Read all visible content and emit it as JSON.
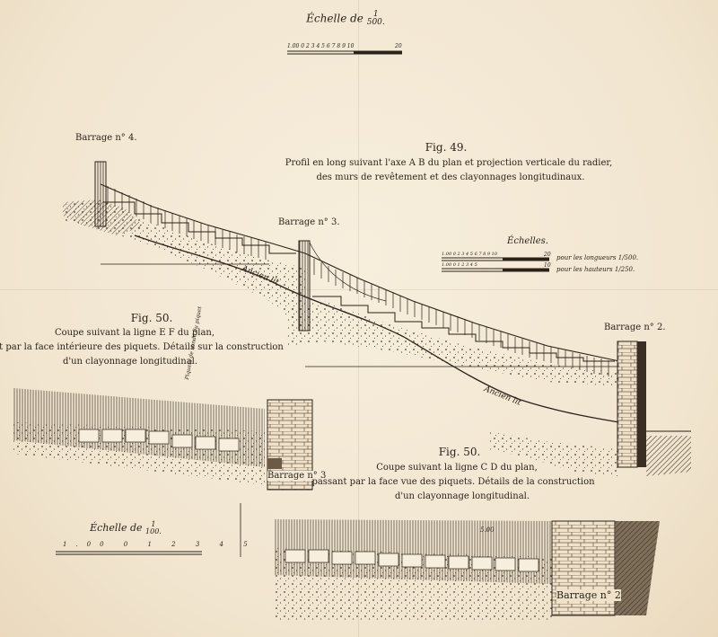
{
  "top_scale": {
    "label": "Échelle de",
    "numerator": "1",
    "denominator": "500.",
    "bar_left_label": "1.00 0 2 3 4 5 6 7 8 9 10",
    "bar_right_label": "20"
  },
  "fig49": {
    "title": "Fig. 49.",
    "caption_line1": "Profil en long suivant l'axe A B du plan et projection verticale du radier,",
    "caption_line2": "des murs de revêtement et des clayonnages longitudinaux.",
    "barrage4": "Barrage n° 4.",
    "barrage3": "Barrage n° 3.",
    "barrage2": "Barrage n° 2.",
    "ancien_lit": "Ancien lit",
    "scales_title": "Échelles.",
    "scale_longueurs_left": "1.00 0 2 3 4 5 6 7 8 9 10",
    "scale_longueurs_right": "20",
    "scale_longueurs_label": "pour les longueurs",
    "scale_longueurs_ratio": "1/500.",
    "scale_hauteurs_left": "1.00 0 1 2 3 4 5",
    "scale_hauteurs_right": "10",
    "scale_hauteurs_label": "pour les hauteurs",
    "scale_hauteurs_ratio": "1/250."
  },
  "fig50_left": {
    "title": "Fig. 50.",
    "caption_line1": "Coupe suivant la ligne E F du plan,",
    "caption_line2": "passant par la face intérieure des piquets. Détails sur la construction",
    "caption_line3": "d'un clayonnage longitudinal.",
    "barrage": "Barrage n° 3",
    "note": "Piquets de sondé du piquet"
  },
  "fig50_right": {
    "title": "Fig. 50.",
    "caption_line1": "Coupe suivant la ligne C D du plan,",
    "caption_line2": "passant par la face vue des piquets. Détails de la construction",
    "caption_line3": "d'un clayonnage longitudinal.",
    "barrage": "Barrage n° 2",
    "dim": "5.00"
  },
  "bottom_scale": {
    "label": "Échelle de",
    "numerator": "1",
    "denominator": "100.",
    "bar_labels": "1.00 0 1 2 3 4 5"
  }
}
